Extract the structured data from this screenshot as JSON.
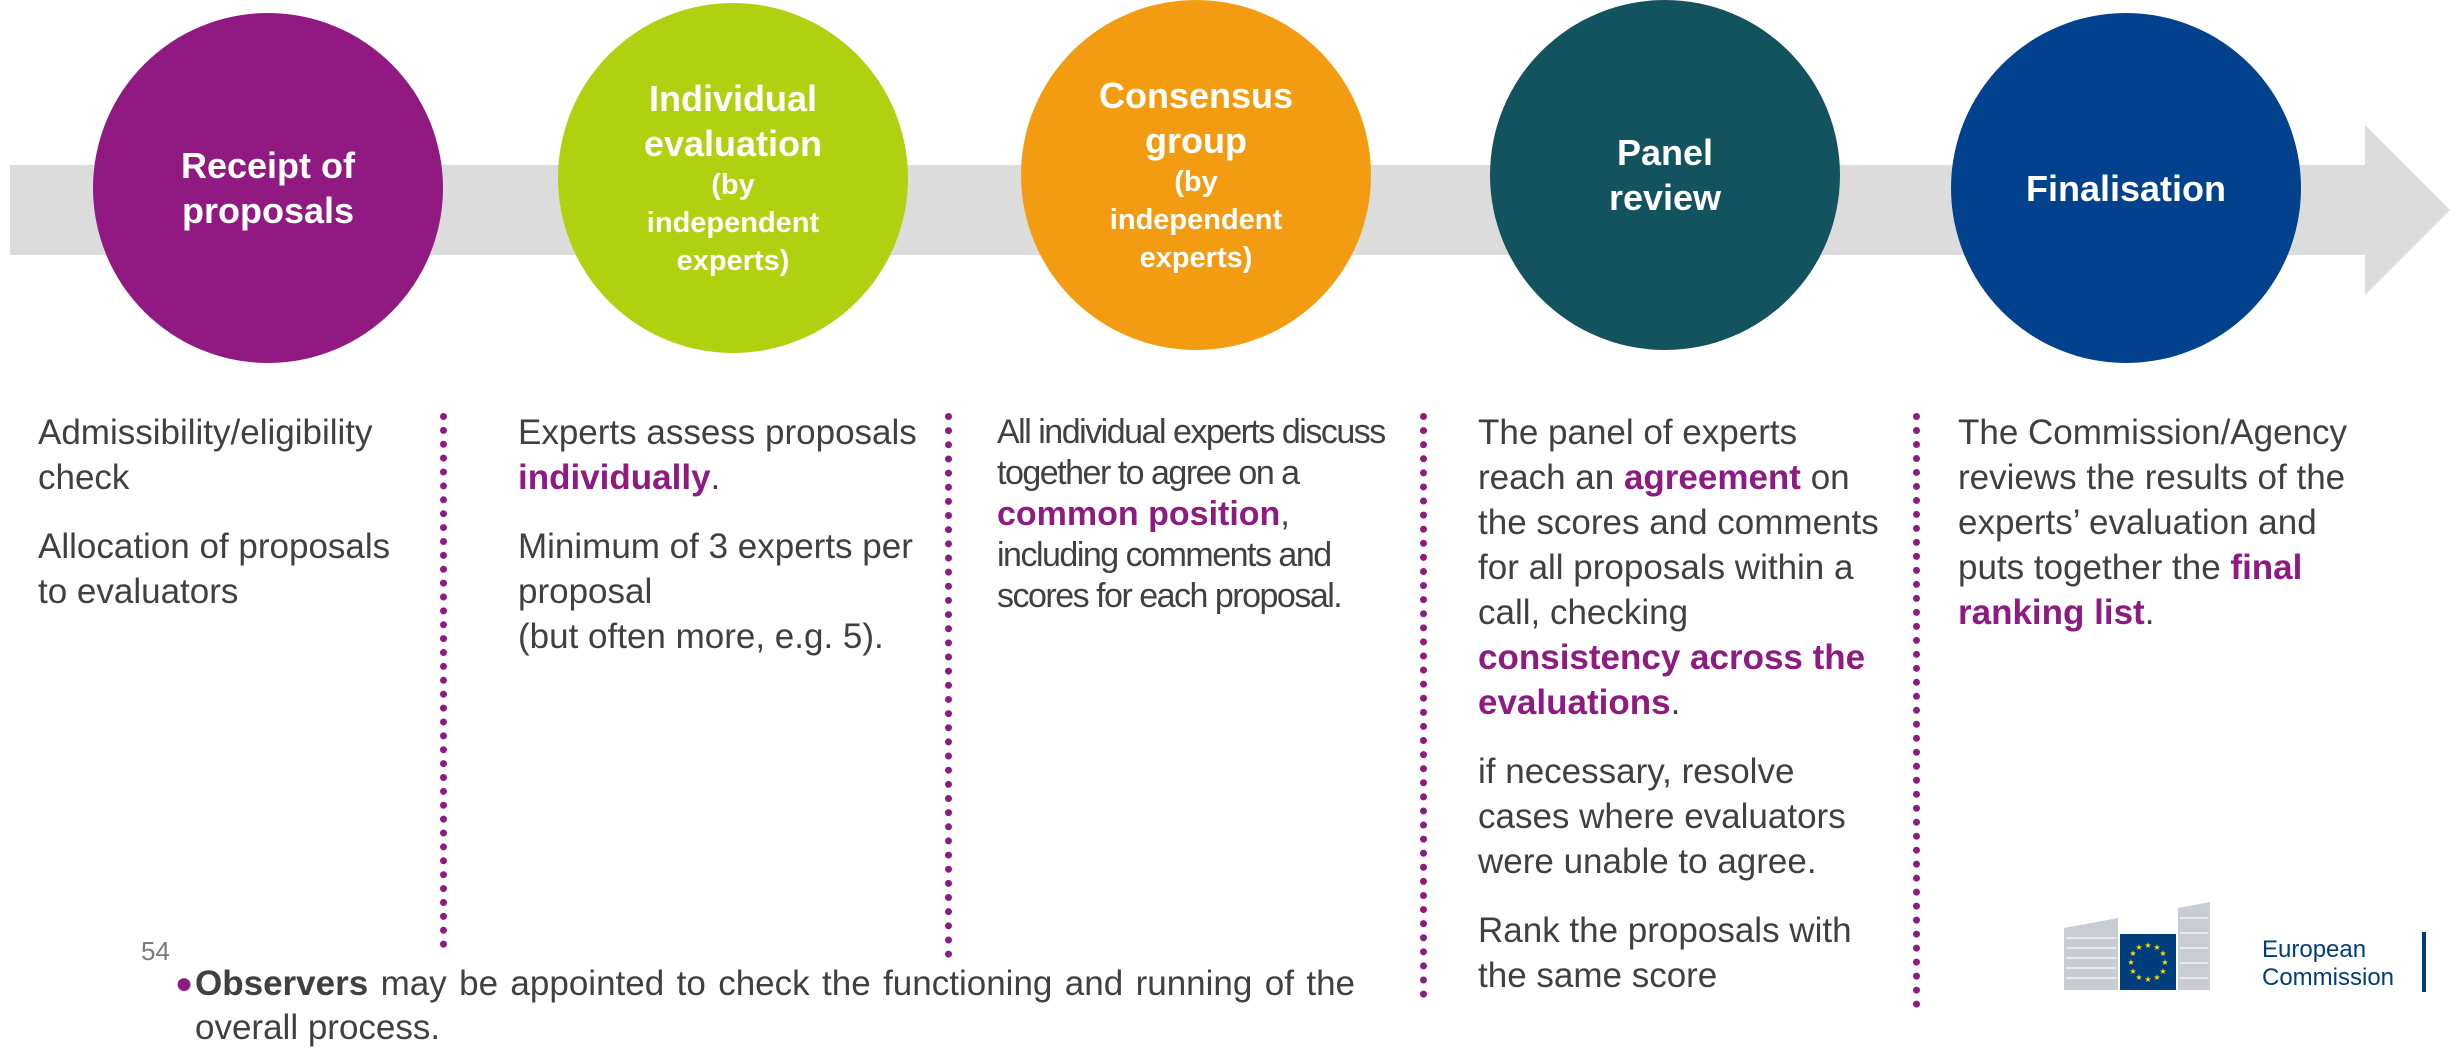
{
  "stages": [
    {
      "title_lines": [
        "Receipt of",
        "proposals"
      ],
      "sub_lines": [],
      "color": "#901a81"
    },
    {
      "title_lines": [
        "Individual",
        "evaluation"
      ],
      "sub_lines": [
        "(by",
        "independent",
        "experts)"
      ],
      "color": "#afd10f"
    },
    {
      "title_lines": [
        "Consensus",
        "group"
      ],
      "sub_lines": [
        "(by",
        "independent",
        "experts)"
      ],
      "color": "#f39c12"
    },
    {
      "title_lines": [
        "Panel",
        "review"
      ],
      "sub_lines": [],
      "color": "#13525f"
    },
    {
      "title_lines": [
        "Finalisation"
      ],
      "sub_lines": [],
      "color": "#02418d"
    }
  ],
  "col1": {
    "p1": "Admissibility/eligibility check",
    "p2": "Allocation of proposals to evaluators"
  },
  "col2": {
    "p1_a": "Experts assess proposals ",
    "p1_hl": "individually",
    "p1_b": ".",
    "p2": "Minimum of 3 experts per proposal",
    "p3": "(but often more, e.g. 5)."
  },
  "col3": {
    "p1_a": "All individual experts discuss together to agree on a ",
    "p1_hl": "common position",
    "p1_b": ", including comments and scores for each proposal."
  },
  "col4": {
    "p1_a": "The panel of experts reach an ",
    "p1_hl1": "agreement",
    "p1_b": " on the scores and comments for all proposals within a call, checking ",
    "p1_hl2": "consistency across the evaluations",
    "p1_c": ".",
    "p2": "if necessary, resolve cases where evaluators were unable to agree.",
    "p3": "Rank the proposals with the same score"
  },
  "col5": {
    "p1_a": "The Commission/Agency reviews the results of the experts’ evaluation and puts together the ",
    "p1_hl": "final ranking list",
    "p1_b": "."
  },
  "page_number": "54",
  "note": {
    "bold": "Observers",
    "rest": " may be appointed to check the functioning and running of the overall process."
  },
  "logo": {
    "line1": "European",
    "line2": "Commission"
  },
  "colors": {
    "accent": "#8e1a82",
    "arrow": "#dcdcdc",
    "eu_blue": "#003d7c",
    "eu_star": "#ffdd00"
  }
}
